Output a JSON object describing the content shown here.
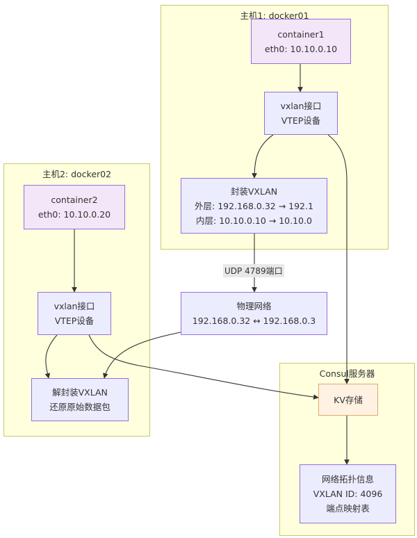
{
  "clusters": {
    "host1": "主机1: docker01",
    "host2": "主机2: docker02",
    "consul": "Consul服务器"
  },
  "nodes": {
    "container1": [
      "container1",
      "eth0: 10.10.0.10"
    ],
    "vtep1": [
      "vxlan接口",
      "VTEP设备"
    ],
    "encap": [
      "封装VXLAN",
      "外层: 192.168.0.32 → 192.1",
      "内层: 10.10.0.10 → 10.10.0"
    ],
    "container2": [
      "container2",
      "eth0: 10.10.0.20"
    ],
    "vtep2": [
      "vxlan接口",
      "VTEP设备"
    ],
    "decap": [
      "解封装VXLAN",
      "还原原始数据包"
    ],
    "physnet": [
      "物理网络",
      "192.168.0.32 ↔ 192.168.0.3"
    ],
    "kv": [
      "KV存储"
    ],
    "topology": [
      "网络拓扑信息",
      "VXLAN ID: 4096",
      "端点映射表"
    ]
  },
  "edge_labels": {
    "udp": "UDP 4789端口"
  }
}
